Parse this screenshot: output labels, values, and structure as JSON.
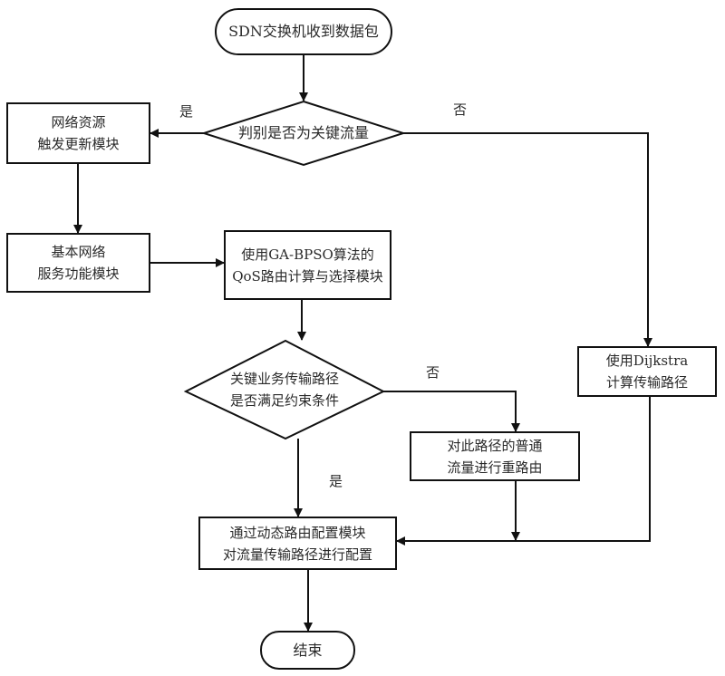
{
  "diagram": {
    "type": "flowchart",
    "nodes": {
      "start": {
        "shape": "terminator",
        "lines": [
          "SDN交换机收到数据包"
        ]
      },
      "decision_key_flow": {
        "shape": "decision",
        "lines": [
          "判别是否为关键流量"
        ]
      },
      "resource_update": {
        "shape": "process",
        "lines": [
          "网络资源",
          "触发更新模块"
        ]
      },
      "basic_service": {
        "shape": "process",
        "lines": [
          "基本网络",
          "服务功能模块"
        ]
      },
      "qos_routing": {
        "shape": "process",
        "lines": [
          "使用GA-BPSO算法的",
          "QoS路由计算与选择模块"
        ]
      },
      "decision_constraints": {
        "shape": "decision",
        "lines": [
          "关键业务传输路径",
          "是否满足约束条件"
        ]
      },
      "dijkstra": {
        "shape": "process",
        "lines": [
          "使用Dijkstra",
          "计算传输路径"
        ]
      },
      "reroute": {
        "shape": "process",
        "lines": [
          "对此路径的普通",
          "流量进行重路由"
        ]
      },
      "configure": {
        "shape": "process",
        "lines": [
          "通过动态路由配置模块",
          "对流量传输路径进行配置"
        ]
      },
      "end": {
        "shape": "terminator",
        "lines": [
          "结束"
        ]
      }
    },
    "edges": [
      {
        "from": "start",
        "to": "decision_key_flow",
        "label": ""
      },
      {
        "from": "decision_key_flow",
        "to": "resource_update",
        "label": "是"
      },
      {
        "from": "decision_key_flow",
        "to": "dijkstra",
        "label": "否"
      },
      {
        "from": "resource_update",
        "to": "basic_service",
        "label": ""
      },
      {
        "from": "basic_service",
        "to": "qos_routing",
        "label": ""
      },
      {
        "from": "qos_routing",
        "to": "decision_constraints",
        "label": ""
      },
      {
        "from": "decision_constraints",
        "to": "reroute",
        "label": "否"
      },
      {
        "from": "decision_constraints",
        "to": "configure",
        "label": "是"
      },
      {
        "from": "reroute",
        "to": "configure",
        "label": ""
      },
      {
        "from": "dijkstra",
        "to": "configure",
        "label": ""
      },
      {
        "from": "configure",
        "to": "end",
        "label": ""
      }
    ],
    "edge_labels": {
      "yes_1": "是",
      "no_1": "否",
      "no_2": "否",
      "yes_2": "是"
    }
  }
}
